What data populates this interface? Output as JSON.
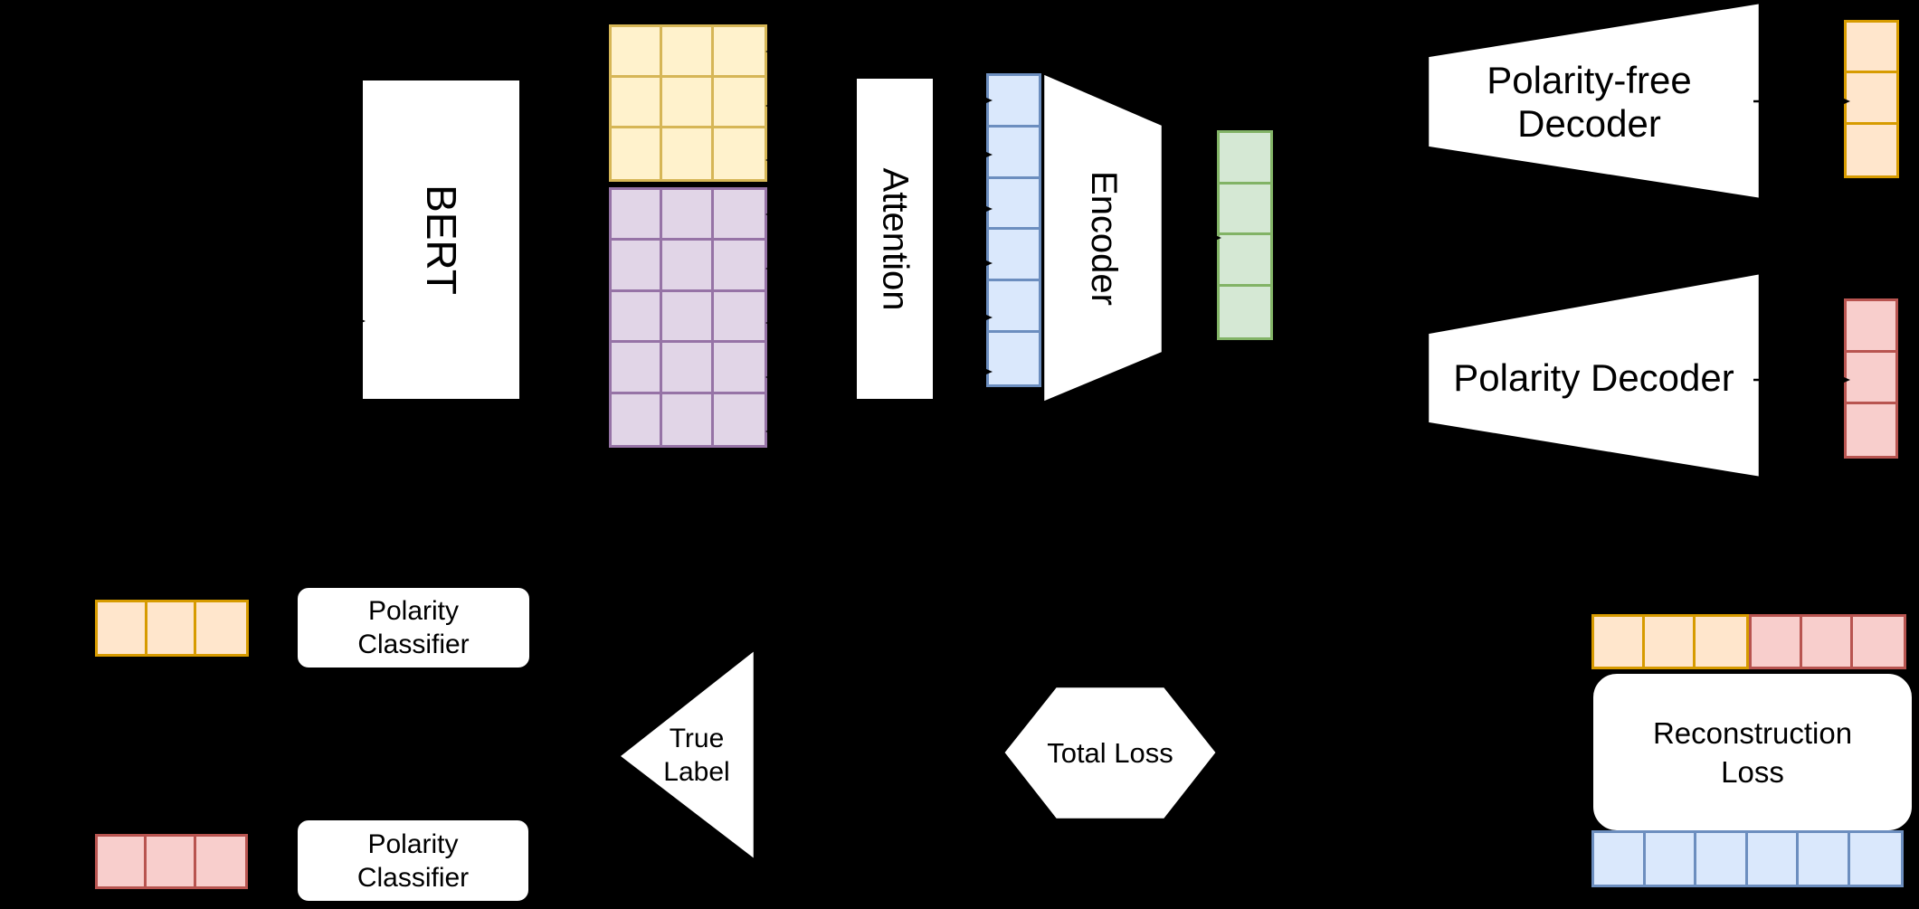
{
  "background": "#000000",
  "palette": {
    "yellow": {
      "fill": "#FFF2CC",
      "stroke": "#D6B656"
    },
    "purple": {
      "fill": "#E1D5E7",
      "stroke": "#9673A6"
    },
    "blue": {
      "fill": "#DAE8FC",
      "stroke": "#6C8EBF"
    },
    "green": {
      "fill": "#D5E8D4",
      "stroke": "#82B366"
    },
    "orange": {
      "fill": "#FFE6CC",
      "stroke": "#D79B00"
    },
    "red": {
      "fill": "#F8CECC",
      "stroke": "#B85450"
    }
  },
  "arrow_color": "#000000",
  "blocks": {
    "bert": "BERT",
    "attention": "Attention",
    "encoder": "Encoder",
    "polarity_free_decoder": "Polarity-free Decoder",
    "polarity_decoder": "Polarity Decoder",
    "polarity_classifier_top": {
      "line1": "Polarity",
      "line2": "Classifier"
    },
    "polarity_classifier_bottom": {
      "line1": "Polarity",
      "line2": "Classifier"
    },
    "true_label": {
      "line1": "True",
      "line2": "Label"
    },
    "total_loss": "Total Loss",
    "reconstruction_loss": {
      "line1": "Reconstruction",
      "line2": "Loss"
    }
  },
  "grids": {
    "token_yellow": {
      "rows": 3,
      "cols": 3,
      "color": "yellow"
    },
    "token_purple": {
      "rows": 5,
      "cols": 3,
      "color": "purple"
    },
    "attention_output": {
      "rows": 6,
      "cols": 1,
      "color": "blue"
    },
    "encoder_output": {
      "rows": 4,
      "cols": 1,
      "color": "green"
    },
    "polarity_free_vec": {
      "rows": 3,
      "cols": 1,
      "color": "orange"
    },
    "polarity_vec": {
      "rows": 3,
      "cols": 1,
      "color": "red"
    },
    "polarity_free_row": {
      "rows": 1,
      "cols": 3,
      "color": "orange"
    },
    "polarity_row": {
      "rows": 1,
      "cols": 3,
      "color": "red"
    },
    "reconstruction_target_row": {
      "rows": 1,
      "segments": [
        {
          "cols": 3,
          "color": "orange"
        },
        {
          "cols": 3,
          "color": "red"
        }
      ]
    },
    "reconstructed_row": {
      "rows": 1,
      "cols": 6,
      "color": "blue"
    }
  }
}
